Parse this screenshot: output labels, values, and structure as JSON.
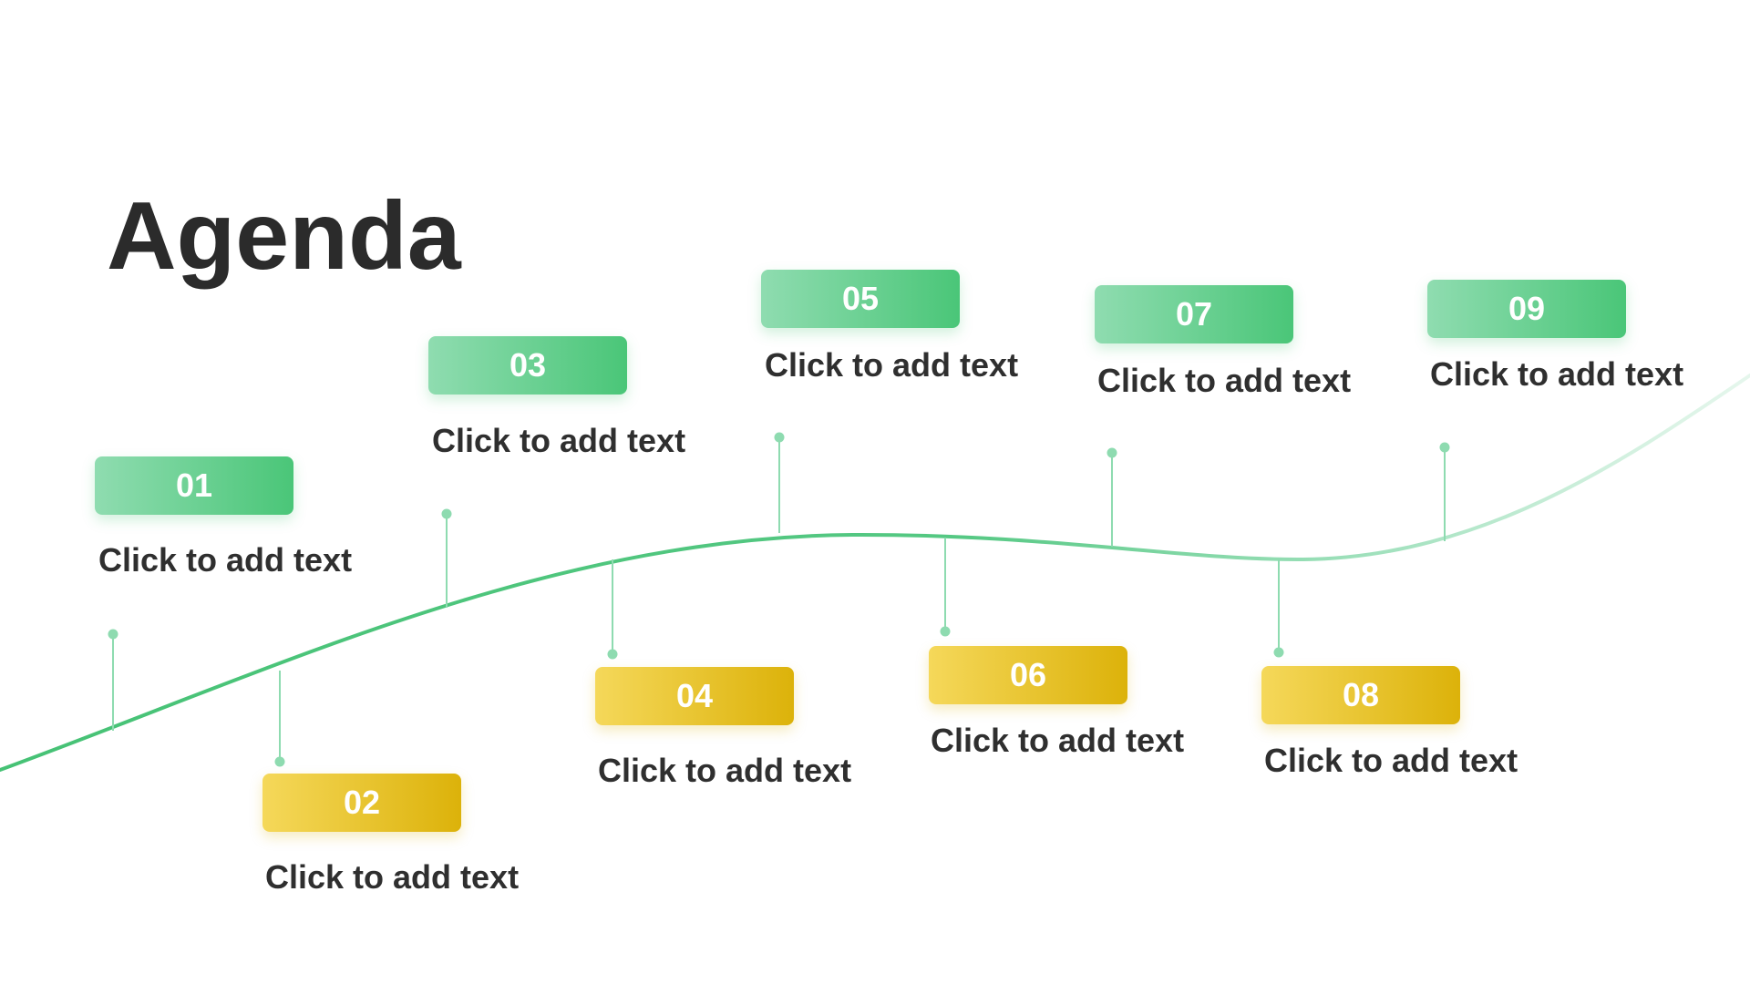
{
  "title": "Agenda",
  "colors": {
    "title": "#2b2b2b",
    "body_text": "#2f2f2f",
    "green_light": "#8fdcb0",
    "green_dark": "#4ac678",
    "yellow_light": "#f5d85a",
    "yellow_dark": "#dcb20a",
    "curve": "#4cc47a",
    "connector": "#8edbb0"
  },
  "items": [
    {
      "number": "01",
      "text": "Click to add text",
      "color": "green"
    },
    {
      "number": "02",
      "text": "Click to add text",
      "color": "yellow"
    },
    {
      "number": "03",
      "text": "Click to add text",
      "color": "green"
    },
    {
      "number": "04",
      "text": "Click to add text",
      "color": "yellow"
    },
    {
      "number": "05",
      "text": "Click to add text",
      "color": "green"
    },
    {
      "number": "06",
      "text": "Click to add text",
      "color": "yellow"
    },
    {
      "number": "07",
      "text": "Click to add text",
      "color": "green"
    },
    {
      "number": "08",
      "text": "Click to add text",
      "color": "yellow"
    },
    {
      "number": "09",
      "text": "Click to add text",
      "color": "green"
    }
  ]
}
